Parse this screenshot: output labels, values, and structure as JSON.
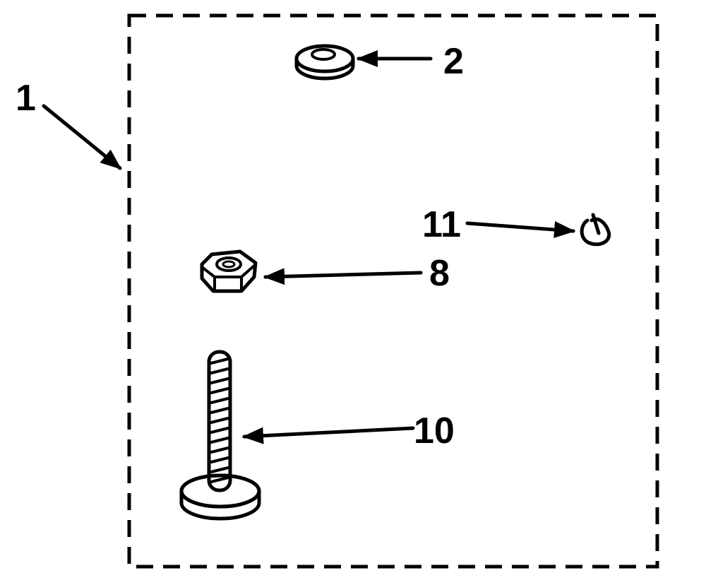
{
  "callouts": {
    "kit": "1",
    "washer": "2",
    "nut": "8",
    "bolt": "10",
    "clip": "11"
  }
}
